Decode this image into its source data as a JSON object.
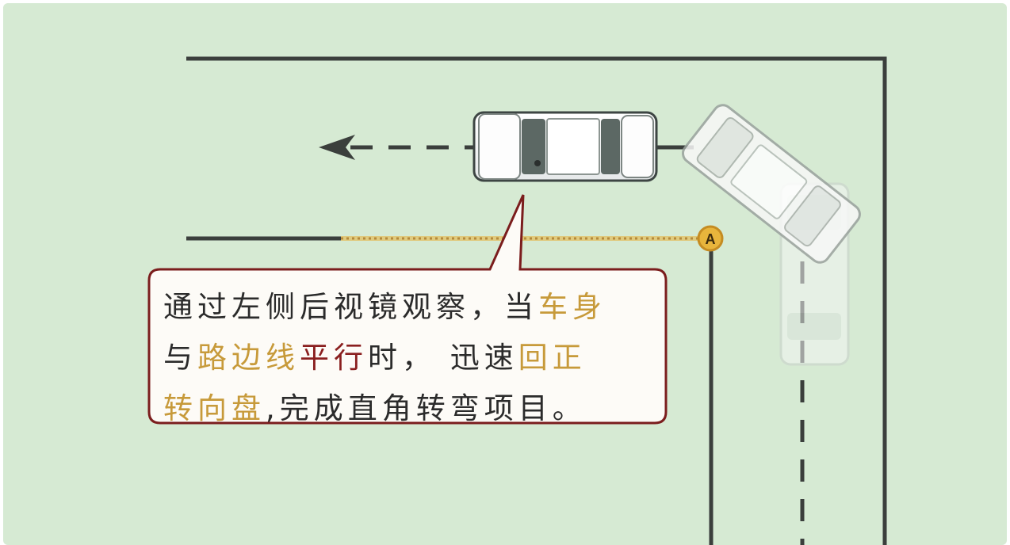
{
  "colors": {
    "background": "#d6ead3",
    "road_line": "#3b3f3c",
    "dashed_line": "#3b3f3c",
    "callout_border": "#7b1d1d",
    "callout_fill": "#fdfbf7",
    "highlight_gold": "#c79a3a",
    "highlight_red": "#8a1f1f",
    "marker_fill": "#e8b53c"
  },
  "marker": {
    "label": "A"
  },
  "callout": {
    "line1_a": "通过左侧后视镜观察，当",
    "line1_b": "车身",
    "line2_a": "与",
    "line2_b": "路边线",
    "line2_c": "平行",
    "line2_d": "时， 迅速",
    "line2_e": "回正",
    "line3_a": "转向盘",
    "line3_b": ",完成直角转弯项目。"
  }
}
